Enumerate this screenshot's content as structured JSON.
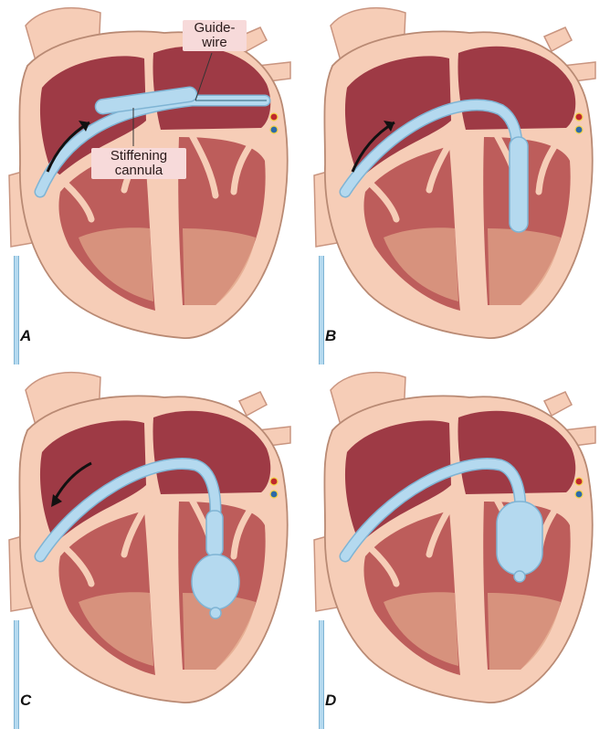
{
  "panels": [
    {
      "letter": "A"
    },
    {
      "letter": "B"
    },
    {
      "letter": "C"
    },
    {
      "letter": "D"
    }
  ],
  "callouts": {
    "guidewire": "Guide-\nwire",
    "cannula": "Stiffening\ncannula"
  },
  "colors": {
    "outer_wall": "#f6cdb7",
    "chamber_dark": "#9e3a45",
    "chamber_mid": "#bd5d5b",
    "chamber_light": "#e0a488",
    "catheter": "#b4d9ef",
    "catheter_edge": "#7fb4d4",
    "arrow": "#111111",
    "vein_red": "#c0282d",
    "vein_blue": "#2d6aa8",
    "callout_bg": "#f7dada"
  }
}
